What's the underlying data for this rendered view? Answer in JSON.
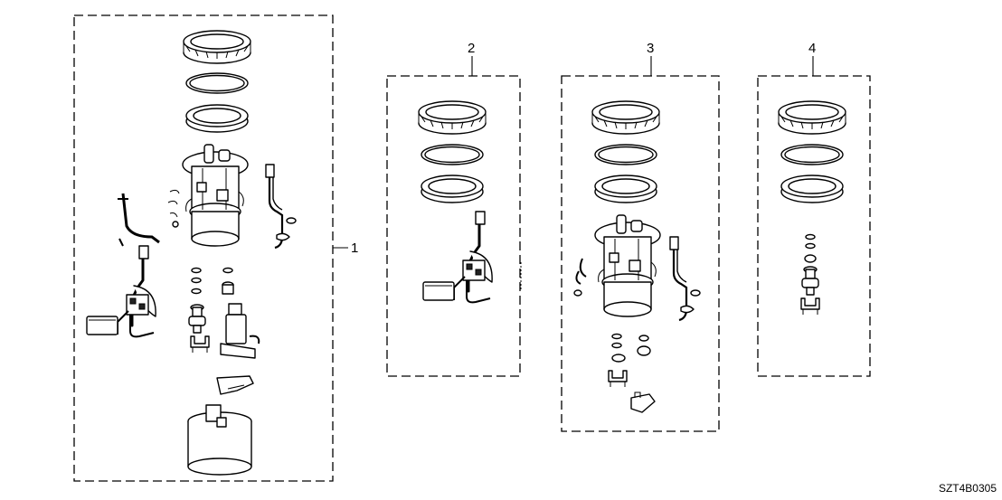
{
  "diagram_code": "SZT4B0305",
  "callouts": [
    "1",
    "2",
    "3",
    "4"
  ]
}
